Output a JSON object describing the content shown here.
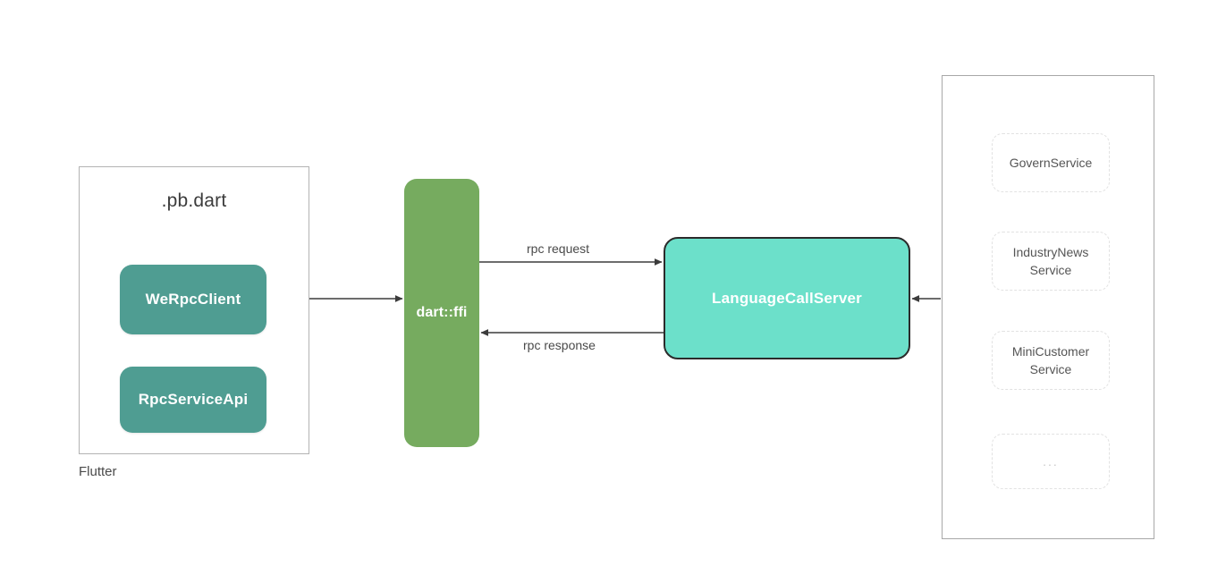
{
  "diagram": {
    "type": "architecture-flow",
    "background": "#ffffff",
    "palette": {
      "teal": "#4f9d92",
      "green": "#76ab5f",
      "turquoise": "#6ce0ca",
      "panel_border": "#a8a8a8",
      "card_border": "#e2e2e2",
      "arrow": "#3c3c3c",
      "text_dark": "#3c3c3c",
      "text_light": "#ffffff"
    }
  },
  "client": {
    "group_title": ".pb.dart",
    "platform_label": "Flutter",
    "nodes": [
      {
        "id": "werpcclient",
        "label": "WeRpcClient"
      },
      {
        "id": "rpcserviceapi",
        "label": "RpcServiceApi"
      }
    ]
  },
  "bridge": {
    "label": "dart::ffi"
  },
  "server": {
    "label": "LanguageCallServer"
  },
  "services": {
    "cards": [
      {
        "id": "govern-service",
        "label": "GovernService"
      },
      {
        "id": "industrynews-service",
        "label": "IndustryNews Service"
      },
      {
        "id": "minicustomer-service",
        "label": "MiniCustomer Service"
      },
      {
        "id": "more-services",
        "label": "..."
      }
    ]
  },
  "edges": [
    {
      "id": "rpc-request",
      "label": "rpc request",
      "from": "dart::ffi",
      "to": "LanguageCallServer"
    },
    {
      "id": "rpc-response",
      "label": "rpc response",
      "from": "LanguageCallServer",
      "to": "dart::ffi"
    },
    {
      "id": "client-to-ffi",
      "label": "",
      "from": "WeRpcClient",
      "to": "dart::ffi"
    },
    {
      "id": "api-to-client",
      "label": "",
      "from": "RpcServiceApi",
      "to": "WeRpcClient"
    },
    {
      "id": "services-to-server",
      "label": "",
      "from": "services",
      "to": "LanguageCallServer"
    }
  ]
}
